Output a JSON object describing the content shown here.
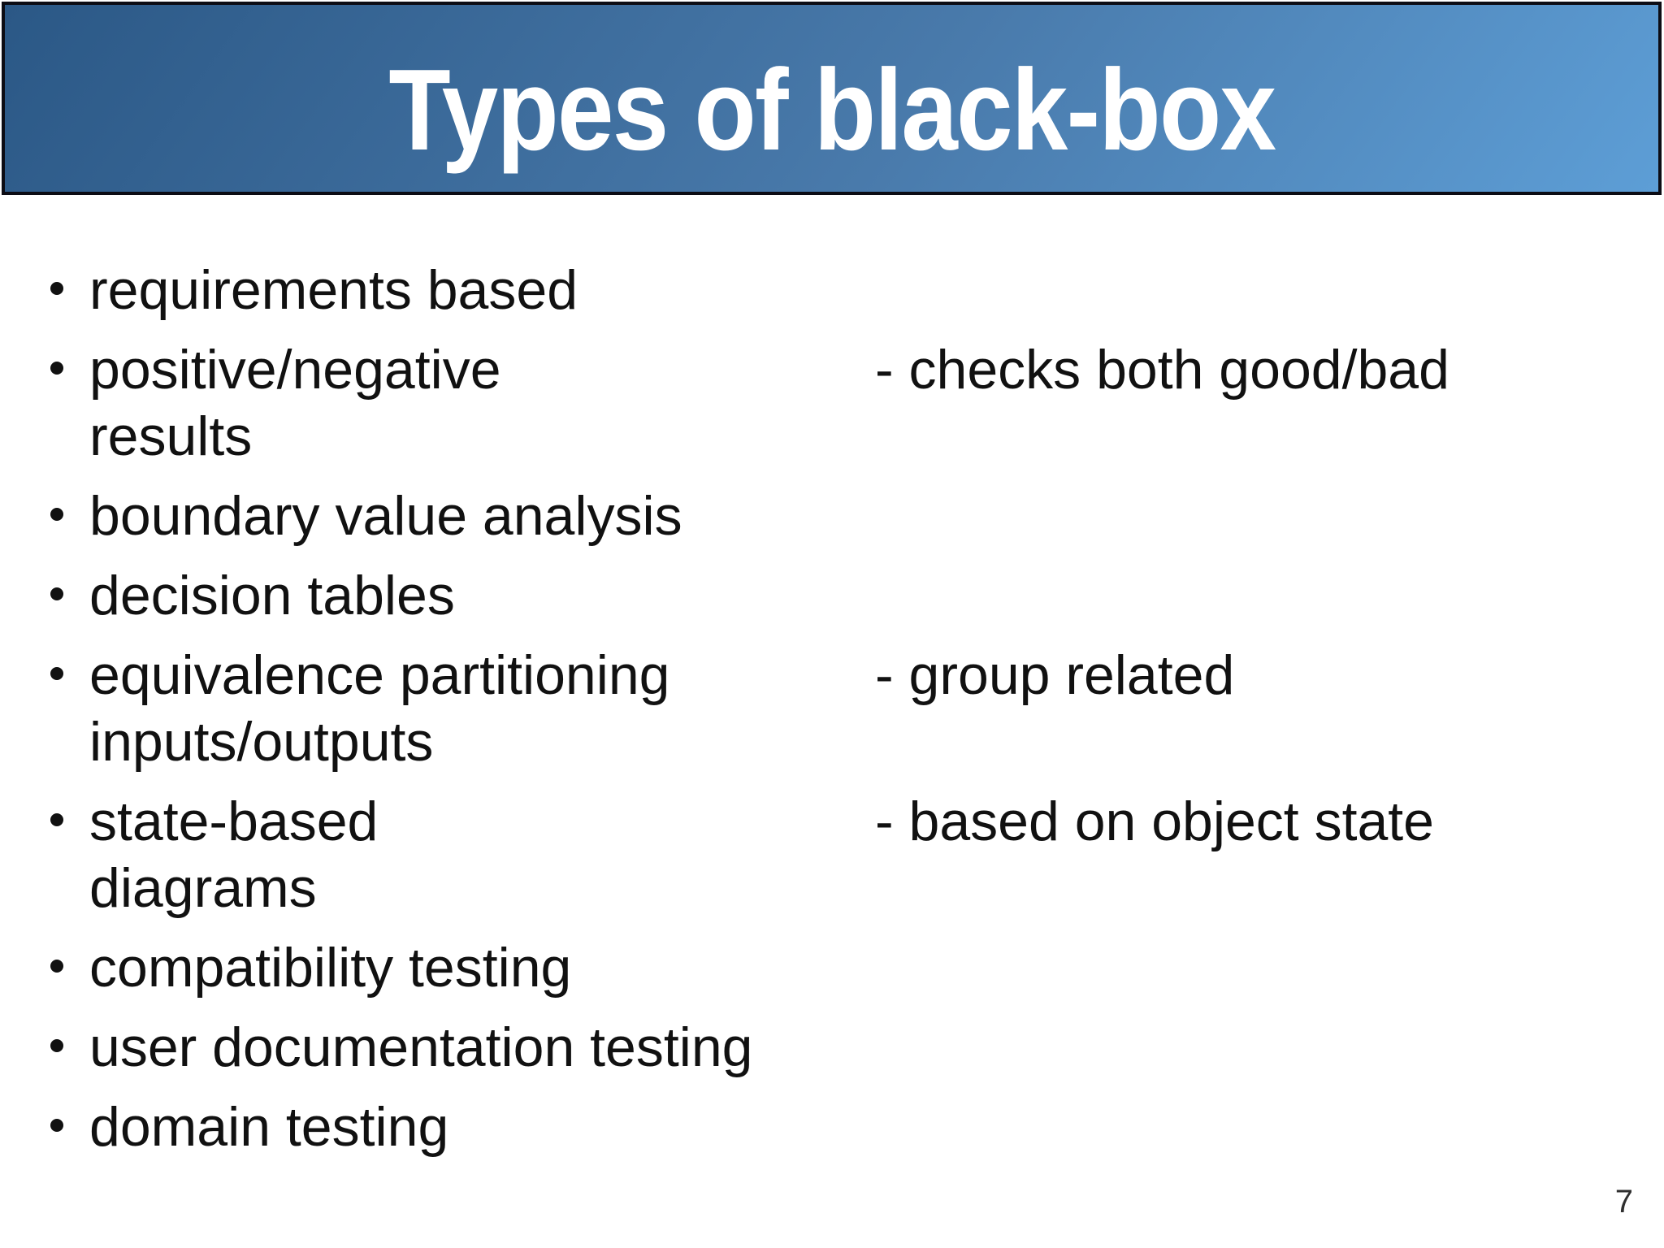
{
  "slide": {
    "title": "Types of black-box",
    "page_number": "7"
  },
  "colors": {
    "background": "#ffffff",
    "banner_gradient_start": "#2b5886",
    "banner_gradient_mid": "#497aab",
    "banner_gradient_end": "#5d9ed6",
    "banner_border": "#0c0c14",
    "title_text": "#ffffff",
    "body_text": "#111111",
    "page_number_text": "#2f2f2f"
  },
  "bullet_list": {
    "items": [
      {
        "lines": [
          "requirements based"
        ],
        "note": ""
      },
      {
        "lines": [
          "positive/negative",
          "results"
        ],
        "note": "- checks both good/bad"
      },
      {
        "lines": [
          "boundary value analysis"
        ],
        "note": ""
      },
      {
        "lines": [
          "decision tables"
        ],
        "note": ""
      },
      {
        "lines": [
          "equivalence partitioning",
          "inputs/outputs"
        ],
        "note": "- group related"
      },
      {
        "lines": [
          "state-based",
          "diagrams"
        ],
        "note": "- based on object state"
      },
      {
        "lines": [
          "compatibility testing"
        ],
        "note": ""
      },
      {
        "lines": [
          "user documentation testing"
        ],
        "note": ""
      },
      {
        "lines": [
          "domain testing"
        ],
        "note": ""
      }
    ]
  }
}
